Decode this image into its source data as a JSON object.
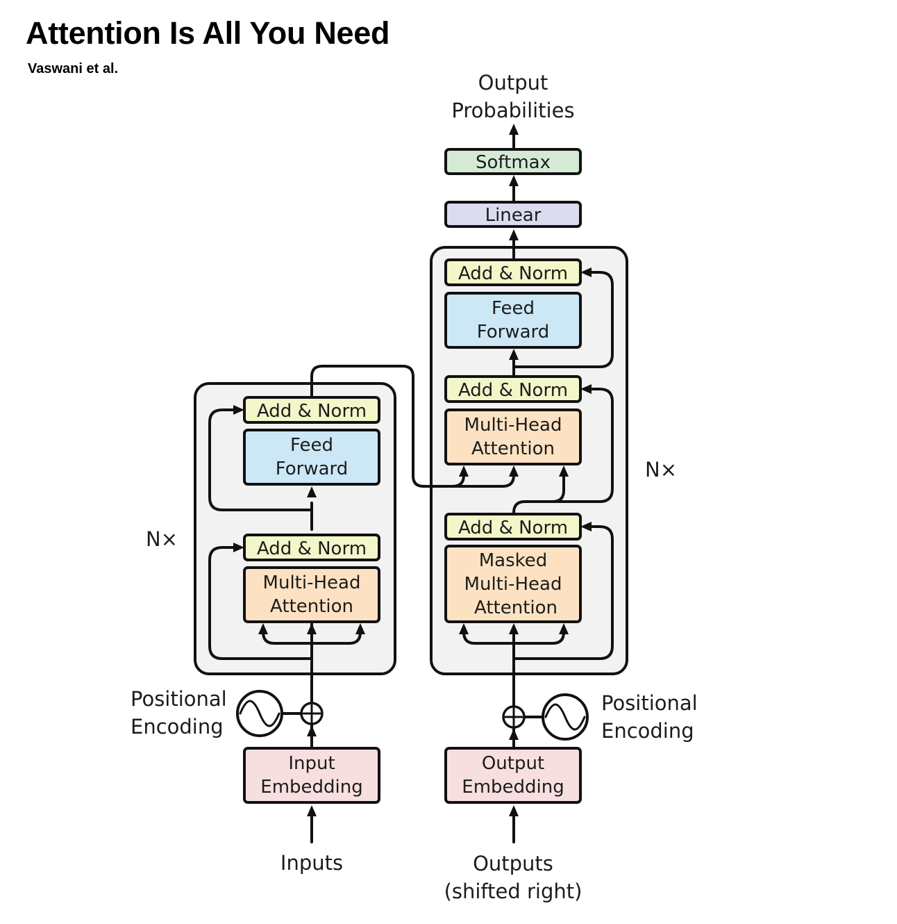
{
  "header": {
    "title": "Attention Is All You Need",
    "authors": "Vaswani et al."
  },
  "colors": {
    "add_norm": "#f3f6c8",
    "feed_forward": "#cce8f6",
    "attention": "#fce2c2",
    "embedding": "#f7dfe0",
    "linear": "#dcdcf1",
    "softmax": "#d4ead5",
    "stack_background": "#f2f2f2",
    "stroke": "#111111"
  },
  "encoder": {
    "repeat_label": "N×",
    "add_norm_top": "Add & Norm",
    "feed_forward": [
      "Feed",
      "Forward"
    ],
    "add_norm_bottom": "Add & Norm",
    "attention": [
      "Multi-Head",
      "Attention"
    ],
    "positional_encoding": [
      "Positional",
      "Encoding"
    ],
    "embedding": [
      "Input",
      "Embedding"
    ],
    "input_label": "Inputs"
  },
  "decoder": {
    "repeat_label": "N×",
    "add_norm_top": "Add & Norm",
    "feed_forward": [
      "Feed",
      "Forward"
    ],
    "add_norm_middle": "Add & Norm",
    "cross_attention": [
      "Multi-Head",
      "Attention"
    ],
    "add_norm_bottom": "Add & Norm",
    "masked_attention": [
      "Masked",
      "Multi-Head",
      "Attention"
    ],
    "positional_encoding": [
      "Positional",
      "Encoding"
    ],
    "embedding": [
      "Output",
      "Embedding"
    ],
    "input_label": [
      "Outputs",
      "(shifted right)"
    ]
  },
  "head": {
    "linear": "Linear",
    "softmax": "Softmax",
    "output_label": [
      "Output",
      "Probabilities"
    ]
  }
}
